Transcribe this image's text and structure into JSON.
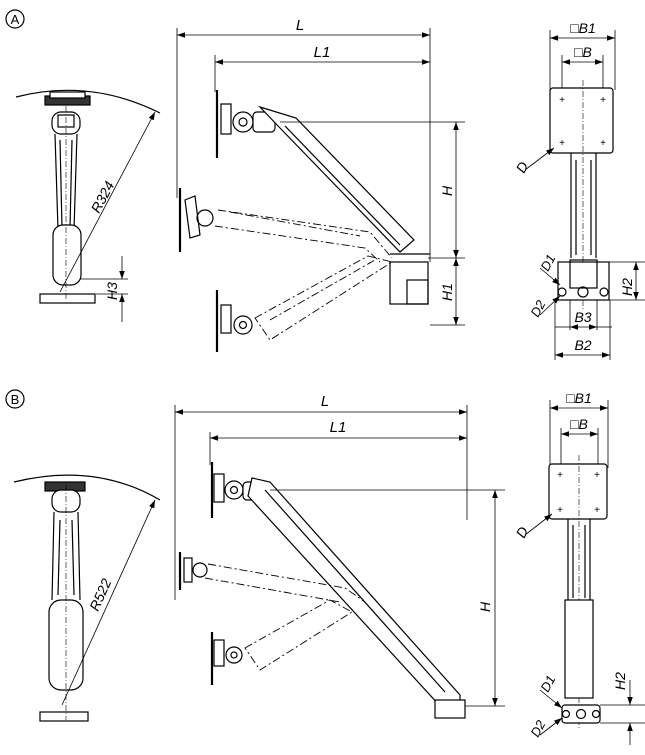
{
  "variants": [
    {
      "letter": "A",
      "top_view": {
        "radius": "R324",
        "height": "H3"
      },
      "side_view": {
        "length": "L",
        "length1": "L1",
        "height": "H",
        "height1": "H1"
      },
      "front_view": {
        "plate_outer": "□B1",
        "plate_inner": "□B",
        "screw": "D",
        "base_d1": "D1",
        "base_d2": "D2",
        "base_height": "H2",
        "base_b3": "B3",
        "base_b2": "B2"
      }
    },
    {
      "letter": "B",
      "top_view": {
        "radius": "R522"
      },
      "side_view": {
        "length": "L",
        "length1": "L1",
        "height": "H"
      },
      "front_view": {
        "plate_outer": "□B1",
        "plate_inner": "□B",
        "screw": "D",
        "base_d1": "D1",
        "base_d2": "D2",
        "base_height": "H2"
      }
    }
  ],
  "colors": {
    "line": "#000000",
    "background": "#ffffff",
    "fill_dark": "#333333"
  }
}
